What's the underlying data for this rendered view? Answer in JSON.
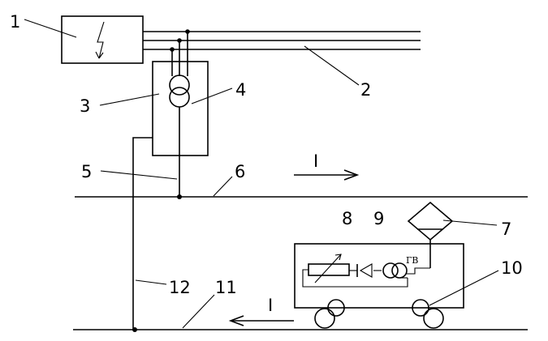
{
  "labels": {
    "n1": "1",
    "n2": "2",
    "n3": "3",
    "n4": "4",
    "n5": "5",
    "n6": "6",
    "n7": "7",
    "n8": "8",
    "n9": "9",
    "n10": "10",
    "n11": "11",
    "n12": "12",
    "current_top": "I",
    "current_bottom": "I",
    "gv": "ГВ"
  }
}
